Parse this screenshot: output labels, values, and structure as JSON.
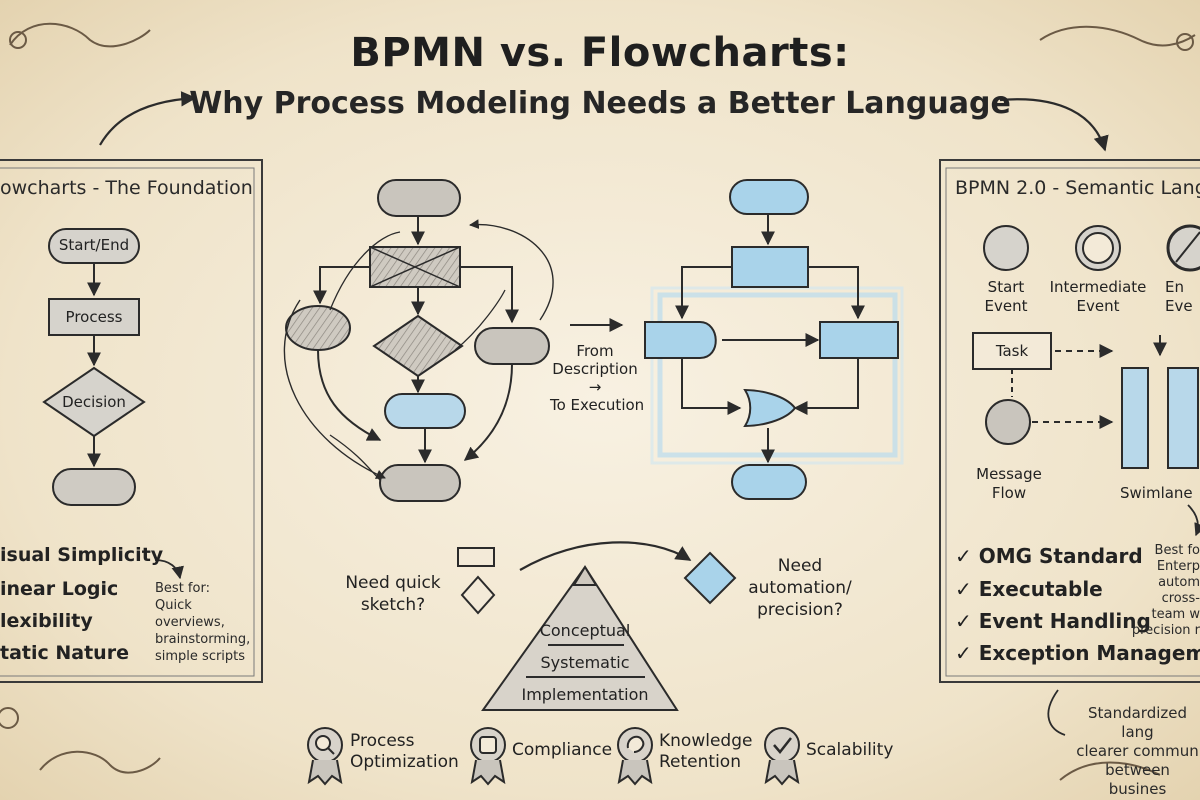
{
  "title": "BPMN vs. Flowcharts:",
  "subtitle": "Why Process Modeling Needs a Better Language",
  "left_panel": {
    "title": "owcharts - The Foundation",
    "shapes": {
      "start_end": "Start/End",
      "process": "Process",
      "decision": "Decision"
    },
    "features": [
      "isual Simplicity",
      "inear Logic",
      "lexibility",
      "tatic Nature"
    ],
    "best_for_title": "Best for:",
    "best_for_lines": [
      "Quick overviews,",
      "brainstorming,",
      "simple scripts"
    ]
  },
  "center": {
    "transition_lines": [
      "From",
      "Description",
      "→",
      "To Execution"
    ],
    "left_question": [
      "Need quick",
      "sketch?"
    ],
    "right_question": [
      "Need",
      "automation/",
      "precision?"
    ],
    "pyramid": [
      "Conceptual",
      "Systematic",
      "Implementation"
    ]
  },
  "right_panel": {
    "title": "BPMN 2.0 - Semantic Lang",
    "events": [
      {
        "lines": [
          "Start",
          "Event"
        ]
      },
      {
        "lines": [
          "Intermediate",
          "Event"
        ]
      },
      {
        "lines": [
          "En",
          "Eve"
        ]
      }
    ],
    "task_label": "Task",
    "message_flow": [
      "Message",
      "Flow"
    ],
    "swimlane": "Swimlane",
    "features": [
      "OMG Standard",
      "Executable",
      "Event Handling",
      "Exception Management"
    ],
    "best_for_lines": [
      "Best fo",
      "Enterp",
      "autom",
      "cross-team w",
      "precision r"
    ]
  },
  "bottom_note": [
    "Standardized lang",
    "clearer commun",
    "between busines"
  ],
  "badges": [
    {
      "icon": "magnifier",
      "lines": [
        "Process",
        "Optimization"
      ]
    },
    {
      "icon": "clipboard",
      "lines": [
        "Compliance"
      ]
    },
    {
      "icon": "brain",
      "lines": [
        "Knowledge",
        "Retention"
      ]
    },
    {
      "icon": "checkmark",
      "lines": [
        "Scalability"
      ]
    }
  ],
  "colors": {
    "ink": "#2b2b2b",
    "paper": "#f3ead8",
    "bpmn_blue": "#a9d3ea",
    "sketch_grey": "#c9c5bd"
  }
}
